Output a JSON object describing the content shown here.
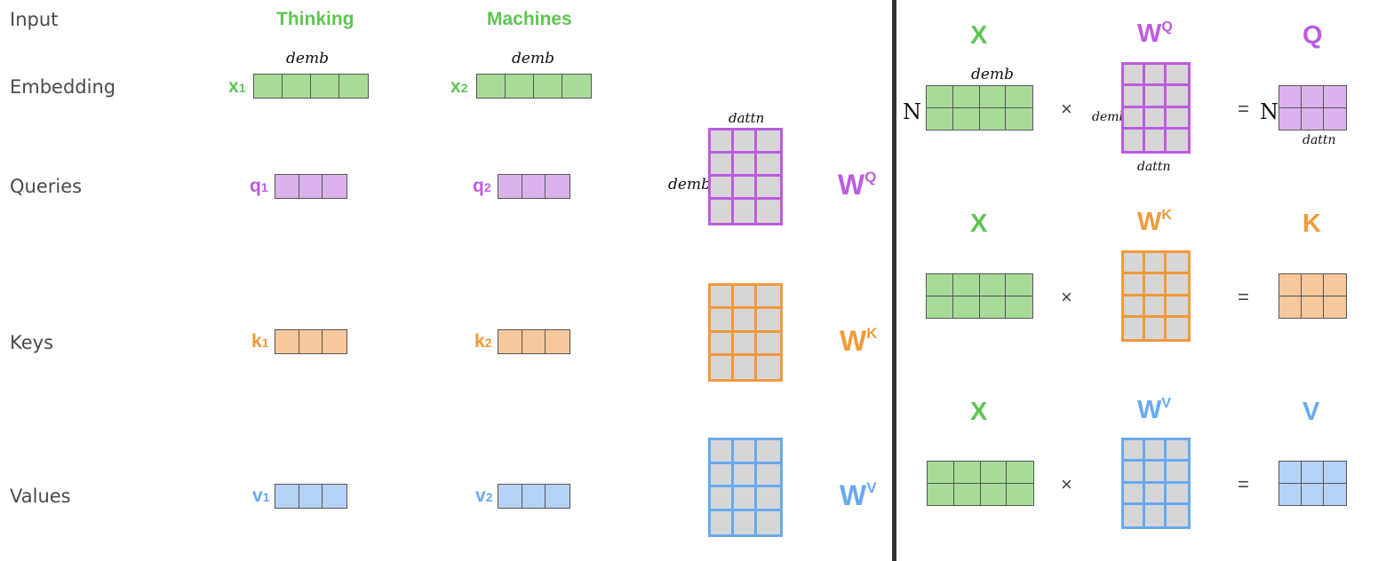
{
  "colors": {
    "green": "#5fc453",
    "green_fill": "#a6dc98",
    "purple": "#bd5ce0",
    "purple_fill": "#dcb2ec",
    "orange": "#f09a3c",
    "orange_fill": "#f6c89b",
    "blue": "#68a9f0",
    "blue_fill": "#b4d3f7",
    "grey_fill": "#d6d6d6",
    "line": "#555555"
  },
  "left": {
    "row_labels": {
      "input": "Input",
      "embedding": "Embedding",
      "queries": "Queries",
      "keys": "Keys",
      "values": "Values"
    },
    "words": [
      "Thinking",
      "Machines"
    ],
    "embeddings": [
      {
        "sym": "x",
        "sub": "1",
        "dim_label": "demb"
      },
      {
        "sym": "x",
        "sub": "2",
        "dim_label": "demb"
      }
    ],
    "queries": [
      {
        "sym": "q",
        "sub": "1"
      },
      {
        "sym": "q",
        "sub": "2"
      }
    ],
    "keys": [
      {
        "sym": "k",
        "sub": "1"
      },
      {
        "sym": "k",
        "sub": "2"
      }
    ],
    "values": [
      {
        "sym": "v",
        "sub": "1"
      },
      {
        "sym": "v",
        "sub": "2"
      }
    ],
    "weights": {
      "wq": {
        "base": "W",
        "sup": "Q"
      },
      "wk": {
        "base": "W",
        "sup": "K"
      },
      "wv": {
        "base": "W",
        "sup": "V"
      },
      "top_label": "dattn",
      "side_label": "demb"
    }
  },
  "right": {
    "rows": [
      {
        "x": "X",
        "w_base": "W",
        "w_sup": "Q",
        "out": "Q",
        "times": "×",
        "equals": "="
      },
      {
        "x": "X",
        "w_base": "W",
        "w_sup": "K",
        "out": "K",
        "times": "×",
        "equals": "="
      },
      {
        "x": "X",
        "w_base": "W",
        "w_sup": "V",
        "out": "V",
        "times": "×",
        "equals": "="
      }
    ],
    "annotations": {
      "x_top": "demb",
      "x_side": "N",
      "w_side": "demb",
      "w_bottom": "dattn",
      "out_side": "N",
      "out_bottom": "dattn"
    }
  }
}
